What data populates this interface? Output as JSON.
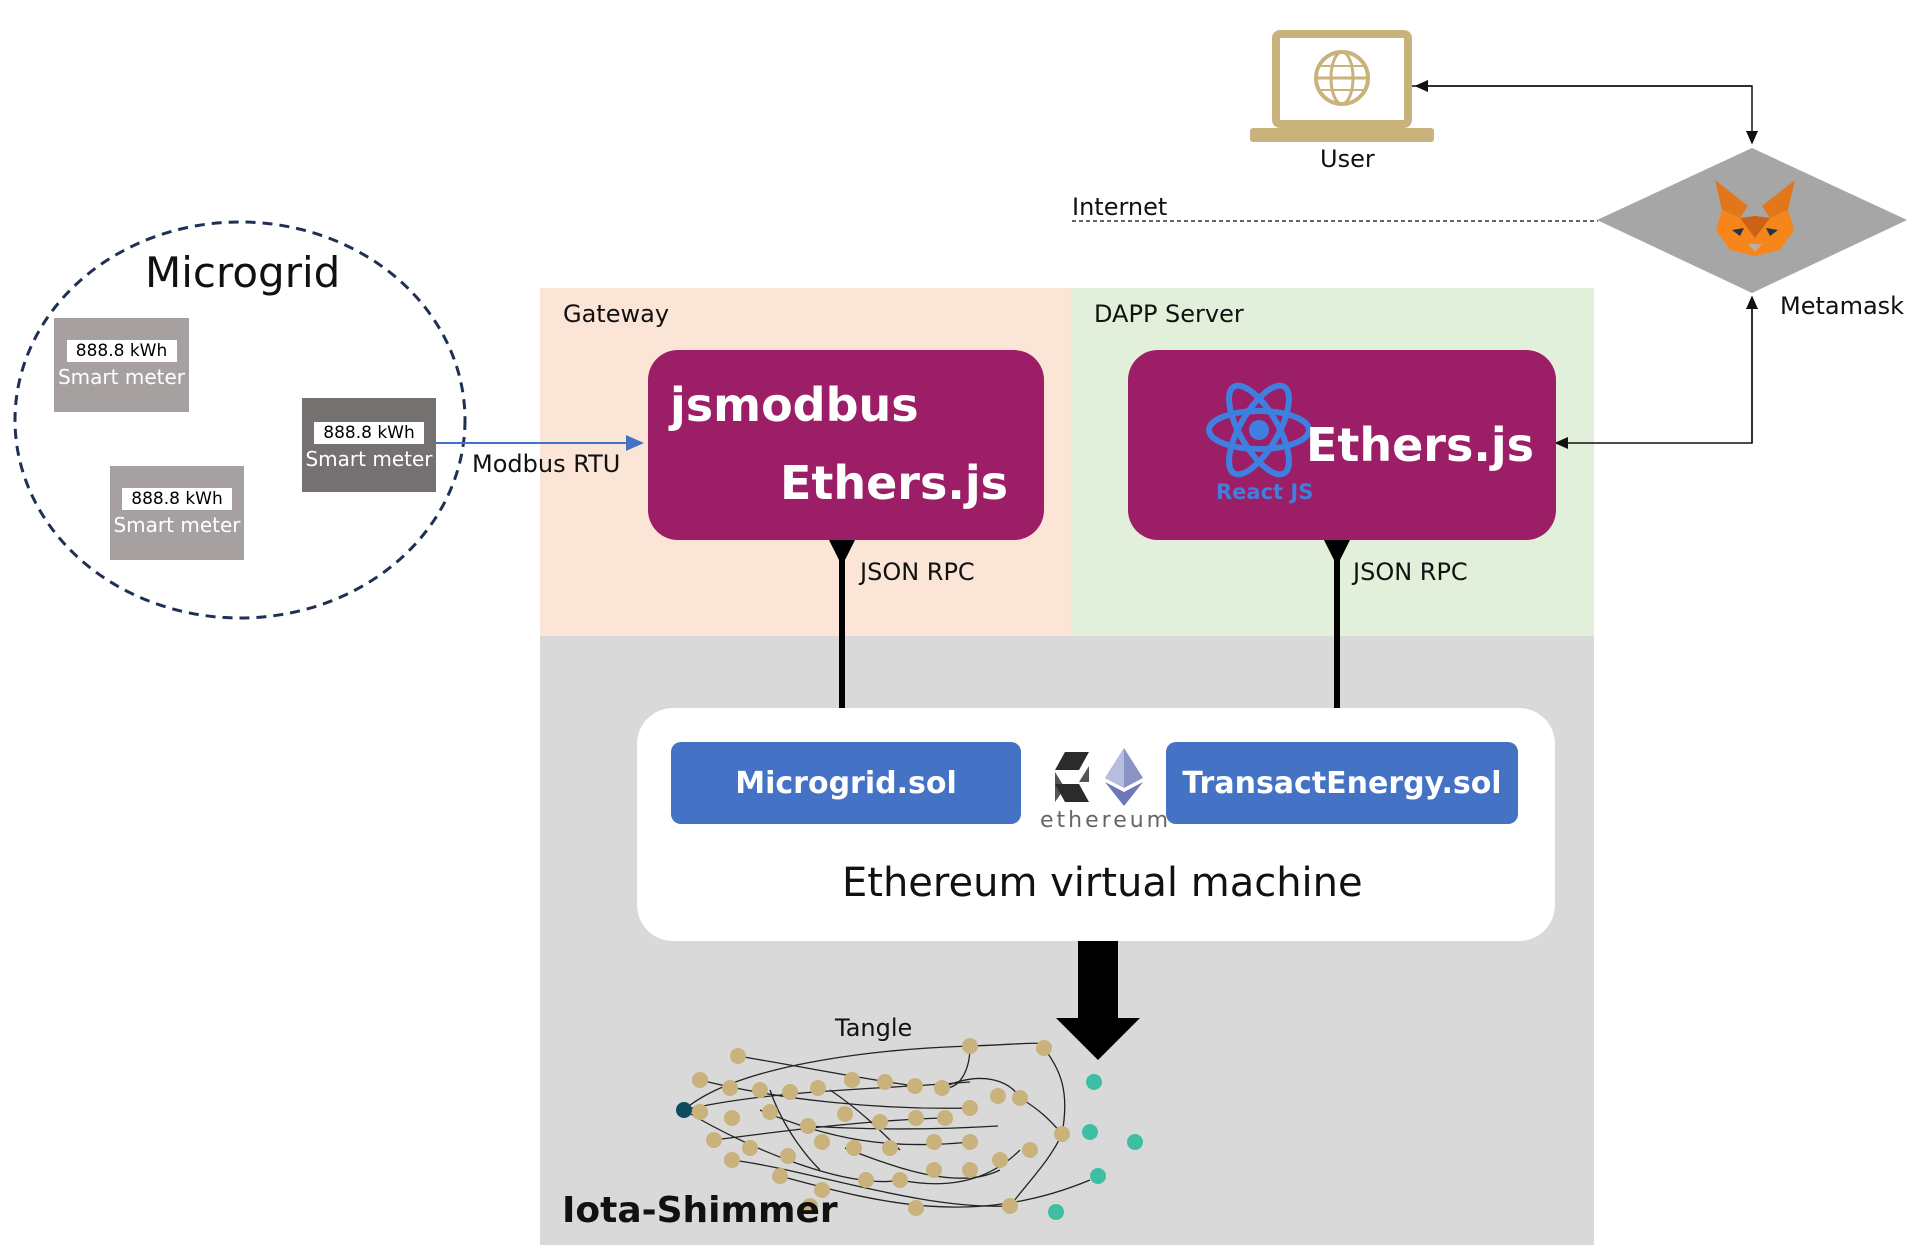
{
  "user": {
    "label": "User",
    "icon": "laptop-globe-icon"
  },
  "internet": {
    "label": "Internet"
  },
  "metamask": {
    "label": "Metamask",
    "icon": "metamask-fox-icon"
  },
  "microgrid": {
    "title": "Microgrid",
    "meters": [
      {
        "reading": "888.8 kWh",
        "label": "Smart meter"
      },
      {
        "reading": "888.8 kWh",
        "label": "Smart meter"
      },
      {
        "reading": "888.8 kWh",
        "label": "Smart meter"
      }
    ]
  },
  "links": {
    "modbus": "Modbus RTU",
    "json_rpc_left": "JSON RPC",
    "json_rpc_right": "JSON RPC"
  },
  "gateway": {
    "label": "Gateway",
    "lib1": "jsmodbus",
    "lib2": "Ethers.js"
  },
  "dapp": {
    "label": "DAPP Server",
    "lib": "Ethers.js",
    "react_label": "React JS",
    "react_icon": "react-atom-icon"
  },
  "evm": {
    "label": "Ethereum virtual machine",
    "contracts": [
      "Microgrid.sol",
      "TransactEnergy.sol"
    ],
    "ethereum_wordmark": "ethereum",
    "icons": [
      "solidity-icon",
      "ethereum-diamond-icon"
    ]
  },
  "iota": {
    "label": "Iota-Shimmer",
    "tangle_label": "Tangle"
  },
  "colors": {
    "gateway_bg": "#fbe5d6",
    "dapp_bg": "#e2efda",
    "iota_bg": "#d9d9d9",
    "purple": "#9c1e66",
    "sol_blue": "#4472c4",
    "react": "#3e7fe0"
  }
}
